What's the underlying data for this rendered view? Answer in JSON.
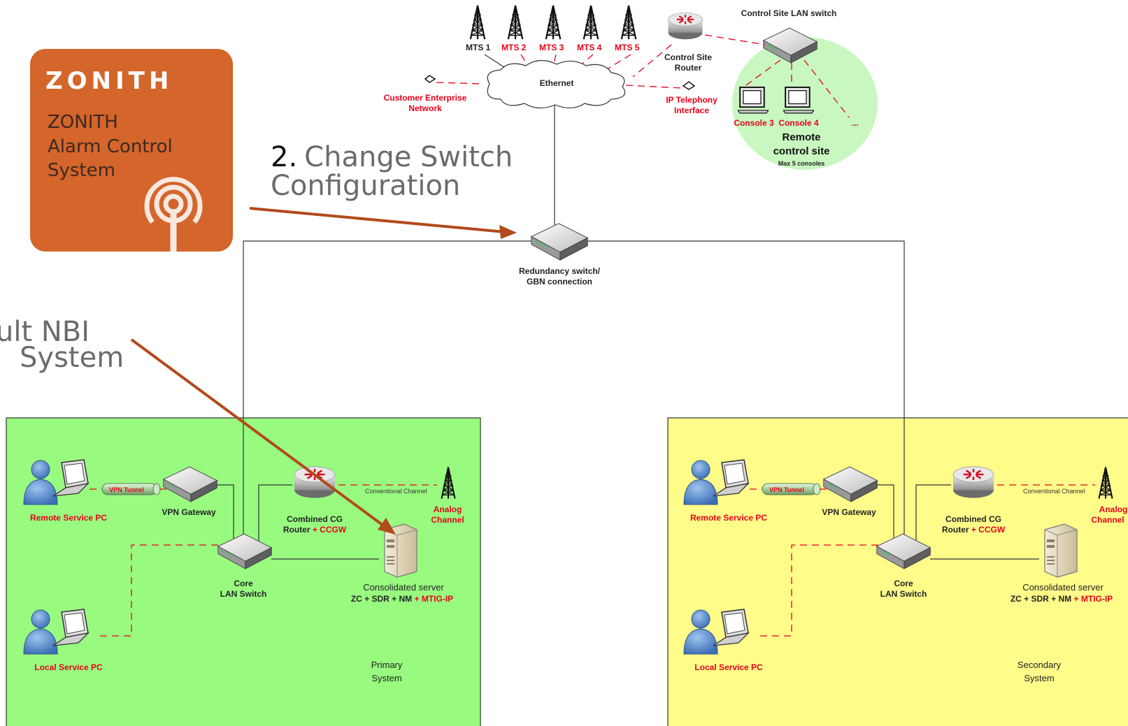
{
  "logo": {
    "brand": "ZONITH",
    "product_lines": [
      "ZONITH",
      "Alarm Control",
      "System"
    ]
  },
  "callouts": {
    "switch_number": "2.",
    "switch_text_line1": "Change Switch",
    "switch_text_line2": "Configuration",
    "nbi_line1": "ult NBI",
    "nbi_line2": "System"
  },
  "top": {
    "mts": [
      "MTS 1",
      "MTS 2",
      "MTS 3",
      "MTS 4",
      "MTS 5"
    ],
    "ethernet": "Ethernet",
    "enterprise_line1": "Customer Enterprise",
    "enterprise_line2": "Network",
    "router_line1": "Control Site",
    "router_line2": "Router",
    "telephony_line1": "IP Telephony",
    "telephony_line2": "Interface",
    "lan_switch": "Control Site LAN switch",
    "console3": "Console 3",
    "console4": "Console 4",
    "console_more": "...",
    "remote_line1": "Remote",
    "remote_line2": "control site",
    "remote_note": "Max 5 consoles"
  },
  "redundancy": {
    "line1": "Redundancy switch/",
    "line2": "GBN connection"
  },
  "primary": {
    "remote_pc": "Remote Service PC",
    "vpn_tunnel": "VPN Tunnel",
    "vpn_gateway": "VPN Gateway",
    "router_line1": "Combined CG",
    "router_line2_a": "Router ",
    "router_line2_b": "+ CCGW",
    "conv_channel": "Conventional Channel",
    "analog_line1": "Analog",
    "analog_line2": "Channel",
    "core_line1": "Core",
    "core_line2": "LAN Switch",
    "server_line1": "Consolidated server",
    "server_line2_a": "ZC + SDR + NM ",
    "server_line2_b": "+ MTIG-IP",
    "local_pc": "Local Service PC",
    "system_line1": "Primary",
    "system_line2": "System"
  },
  "secondary": {
    "remote_pc": "Remote Service PC",
    "vpn_tunnel": "VPN Tunnel",
    "vpn_gateway": "VPN Gateway",
    "router_line1": "Combined CG",
    "router_line2_a": "Router ",
    "router_line2_b": "+ CCGW",
    "conv_channel": "Conventional Channel",
    "analog_line1": "Analog",
    "analog_line2": "Channel",
    "core_line1": "Core",
    "core_line2": "LAN Switch",
    "server_line1": "Consolidated server",
    "server_line2_a": "ZC + SDR + NM ",
    "server_line2_b": "+ MTIG-IP",
    "local_pc": "Local Service PC",
    "system_line1": "Secondary",
    "system_line2": "System"
  },
  "colors": {
    "primary_fill": "#98fb80",
    "secondary_fill": "#fffc8a",
    "remote_site_fill": "#c8f7c0",
    "logo_fill": "#d4652b",
    "link_red": "#e8001a",
    "arrow": "#b24a1c"
  },
  "icons": [
    "antenna-icon",
    "router-icon",
    "switch-icon",
    "console-icon",
    "server-icon",
    "user-icon",
    "laptop-icon",
    "cloud-icon",
    "small-node-icon"
  ]
}
